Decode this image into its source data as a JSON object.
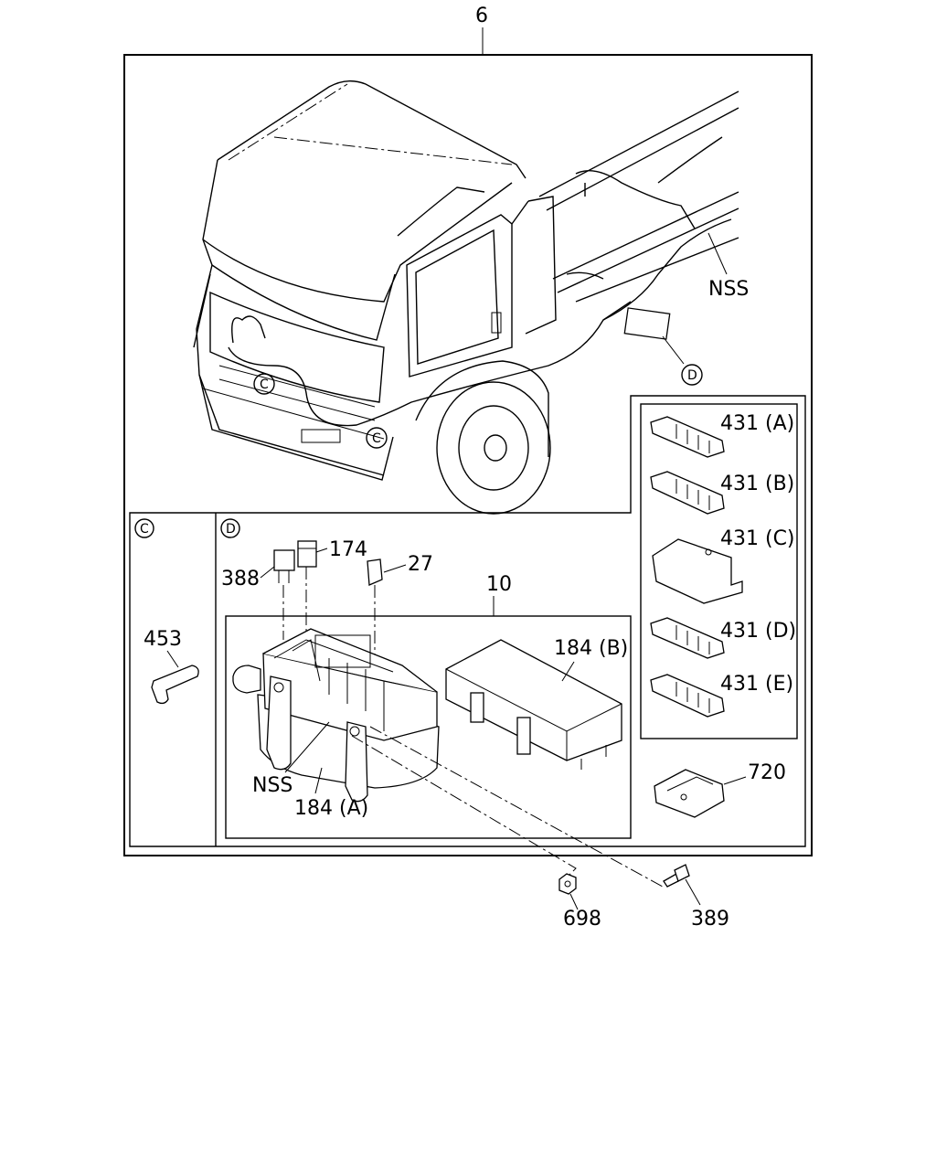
{
  "labels": {
    "top_ref": "6",
    "nss_truck": "NSS",
    "callout_d_truck": "D",
    "callout_c_left": "C",
    "callout_c_right": "C",
    "section_c": "C",
    "section_d": "D",
    "p431a": "431 (A)",
    "p431b": "431 (B)",
    "p431c": "431 (C)",
    "p431d": "431 (D)",
    "p431e": "431 (E)",
    "p720": "720",
    "p453": "453",
    "p388": "388",
    "p174": "174",
    "p27": "27",
    "p10": "10",
    "p184b": "184 (B)",
    "nss_box": "NSS",
    "p184a": "184 (A)",
    "p698": "698",
    "p389": "389"
  }
}
